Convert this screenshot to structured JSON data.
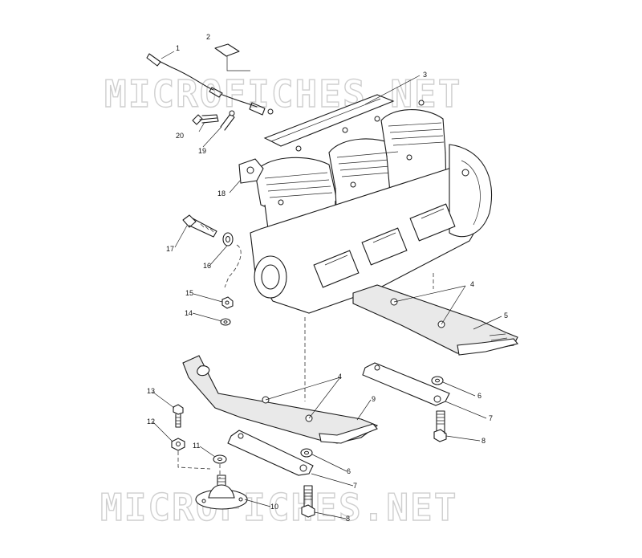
{
  "watermark": {
    "text_top": "MICROFICHES.NET",
    "text_bottom": "MICROFICHES.NET",
    "color": "#cfcfcf"
  },
  "callouts": {
    "c1": "1",
    "c2": "2",
    "c3": "3",
    "c4a": "4",
    "c4b": "4",
    "c5": "5",
    "c6a": "6",
    "c6b": "6",
    "c7a": "7",
    "c7b": "7",
    "c8a": "8",
    "c8b": "8",
    "c9": "9",
    "c10": "10",
    "c11": "11",
    "c12": "12",
    "c13": "13",
    "c14": "14",
    "c15": "15",
    "c16": "16",
    "c17": "17",
    "c18": "18",
    "c19": "19",
    "c20": "20"
  },
  "colors": {
    "line": "#1b1b1b",
    "background": "#ffffff"
  }
}
